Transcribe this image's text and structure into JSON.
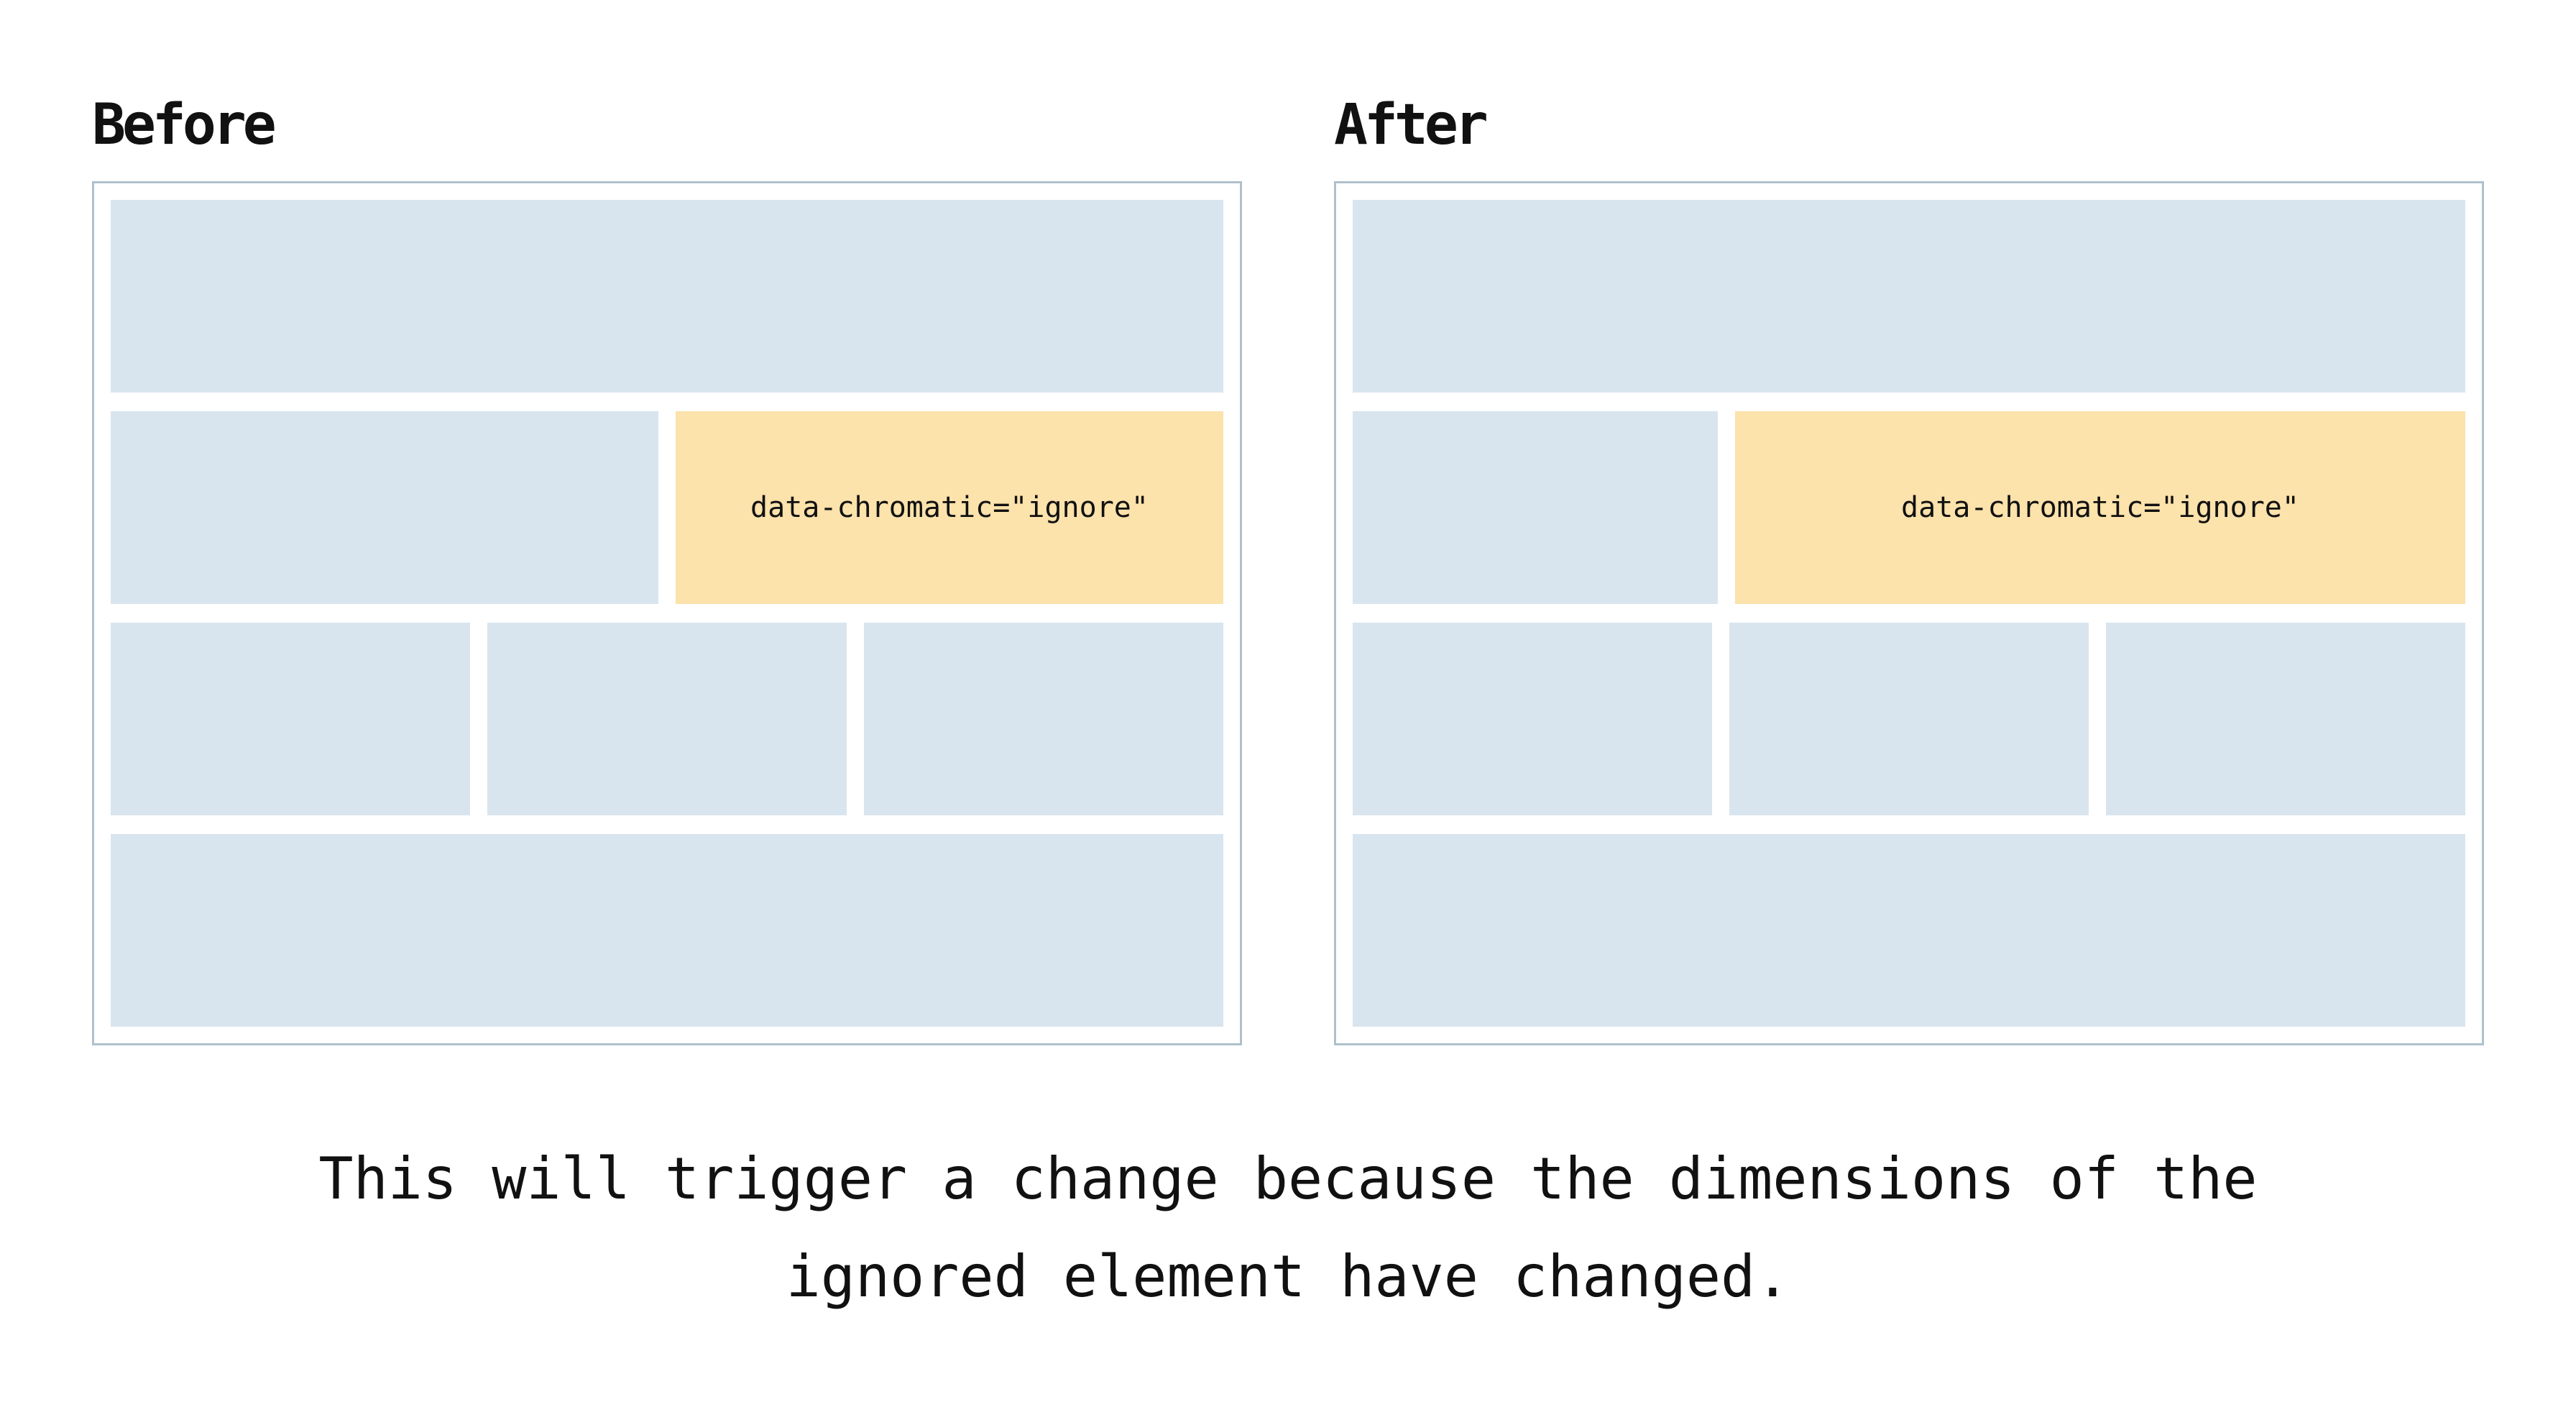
{
  "colors": {
    "panel_border": "#afc1cd",
    "block_blue": "#d9e5ee",
    "block_orange": "#fce2ab",
    "text": "#111111",
    "background": "#ffffff"
  },
  "diagram": {
    "panels": [
      {
        "title": "Before",
        "ignored_label": "data-chromatic=\"ignore\""
      },
      {
        "title": "After",
        "ignored_label": "data-chromatic=\"ignore\""
      }
    ],
    "caption": "This will trigger a change because the dimensions of the ignored element have changed."
  }
}
